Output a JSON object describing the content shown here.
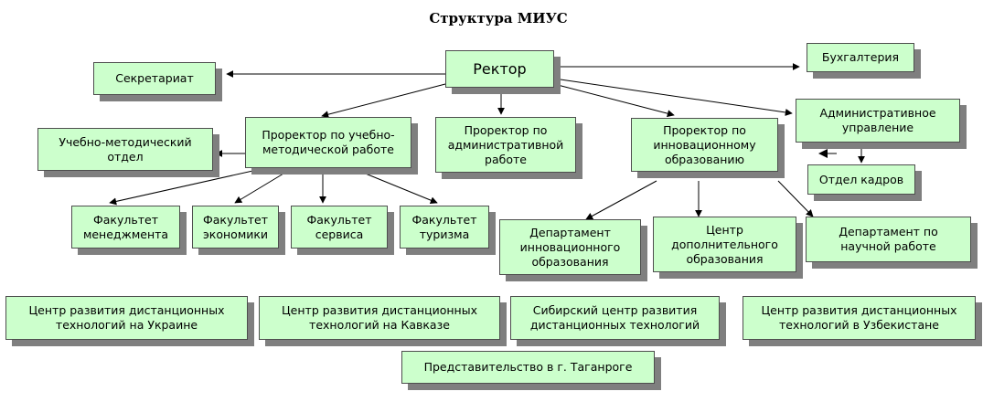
{
  "title": "Структура МИУС",
  "colors": {
    "box_fill": "#ccffcc",
    "box_border": "#4d4d4d",
    "shadow": "#7f7f7f",
    "arrow": "#000000"
  },
  "nodes": {
    "rector": "Ректор",
    "secretariat": "Секретариат",
    "accounting": "Бухгалтерия",
    "admin_mgmt": "Административное\nуправление",
    "hr": "Отдел кадров",
    "vp_edu": "Проректор по учебно-\nметодической работе",
    "vp_admin": "Проректор по\nадминистративной\nработе",
    "vp_innov": "Проректор по\nинновационному\nобразованию",
    "method_dept": "Учебно-методический\nотдел",
    "fac_mgmt": "Факультет\nменеджмента",
    "fac_econ": "Факультет\nэкономики",
    "fac_service": "Факультет\nсервиса",
    "fac_tourism": "Факультет\nтуризма",
    "dept_innov": "Департамент\nинновационного\nобразования",
    "center_add": "Центр\nдополнительного\nобразования",
    "dept_science": "Департамент по\nнаучной работе",
    "center_ukraine": "Центр развития дистанционных\nтехнологий на Украине",
    "center_caucasus": "Центр развития дистанционных\nтехнологий   на Кавказе",
    "center_siberia": "Сибирский центр развития\nдистанционных технологий",
    "center_uzbek": "Центр развития дистанционных\nтехнологий в Узбекистане",
    "taganrog": "Представительство в г. Таганроге"
  }
}
